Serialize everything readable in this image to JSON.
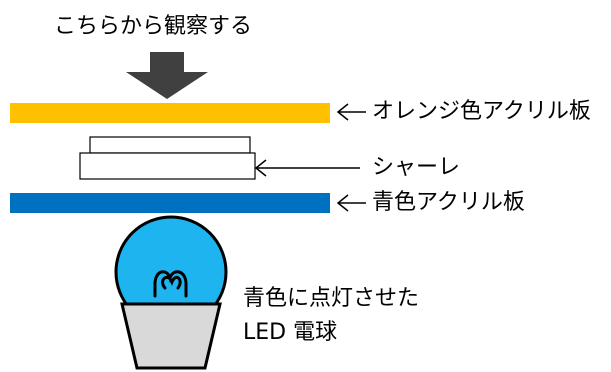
{
  "diagram": {
    "observe_label": "こちらから観察する",
    "orange_plate_label": "オレンジ色アクリル板",
    "petri_dish_label": "シャーレ",
    "blue_plate_label": "青色アクリル板",
    "bulb_label_line1": "青色に点灯させた",
    "bulb_label_line2": "LED 電球"
  },
  "colors": {
    "orange_plate": "#FFC000",
    "blue_plate": "#0070C0",
    "bulb_glass": "#1EB4F0",
    "bulb_base": "#D9D9D9",
    "arrow": "#404040"
  },
  "icons": {
    "view_arrow": "down-arrow-icon",
    "bulb": "light-bulb-icon"
  }
}
